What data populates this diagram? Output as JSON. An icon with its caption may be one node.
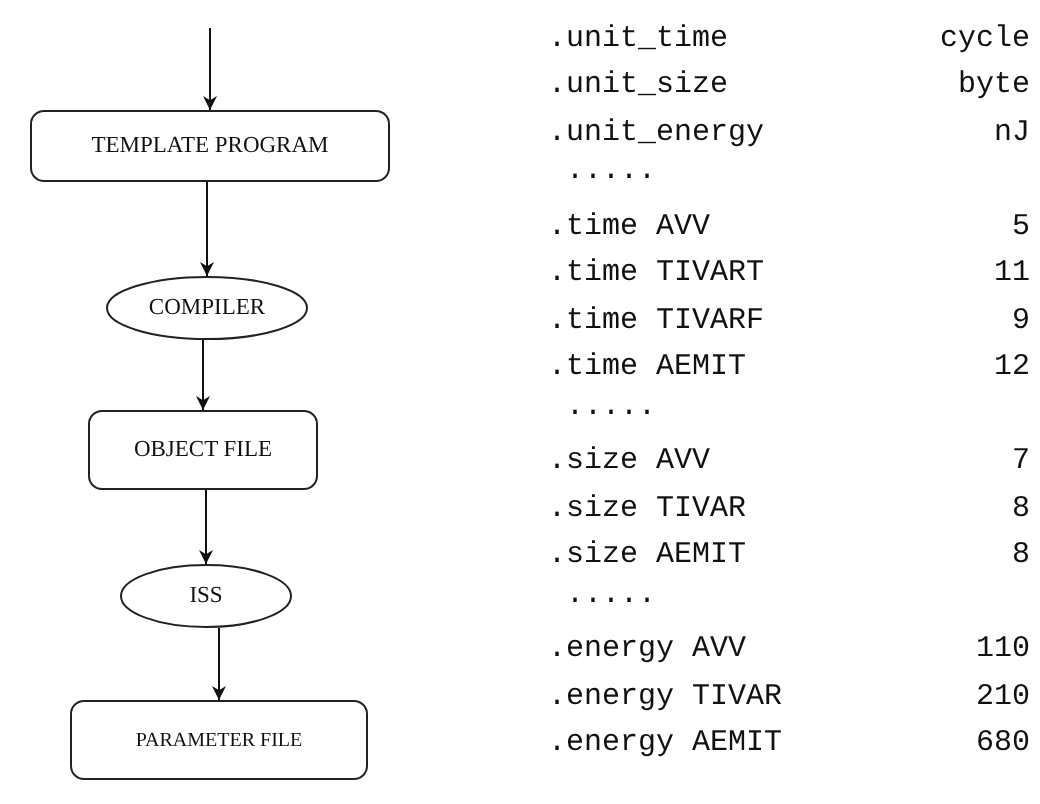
{
  "diagram": {
    "nodes": [
      {
        "text": [
          "TEMPLATE PROGRAM"
        ]
      },
      {
        "text": [
          "COMPILER"
        ]
      },
      {
        "text": [
          "OBJECT FILE"
        ]
      },
      {
        "text": [
          "ISS"
        ]
      },
      {
        "text": [
          "PARAMETER FILE"
        ]
      }
    ],
    "edges": [
      {
        "from": null,
        "to": 0,
        "arrow": "to"
      },
      {
        "from": 0,
        "to": 1,
        "arrow": "to"
      },
      {
        "from": 1,
        "to": 2,
        "arrow": "to"
      },
      {
        "from": 2,
        "to": 3,
        "arrow": "to"
      },
      {
        "from": 3,
        "to": 4,
        "arrow": "to"
      }
    ],
    "labels": [
      ".unit_time",
      "cycle",
      ".unit_size",
      "byte",
      ".unit_energy",
      "nJ",
      ".....",
      ".time AVV",
      "5",
      ".time TIVART",
      "11",
      ".time TIVARF",
      "9",
      ".time AEMIT",
      "12",
      ".....",
      ".size AVV",
      "7",
      ".size TIVAR",
      "8",
      ".size AEMIT",
      "8",
      ".....",
      ".energy AVV",
      "110",
      ".energy TIVAR",
      "210",
      ".energy AEMIT",
      "680"
    ]
  }
}
